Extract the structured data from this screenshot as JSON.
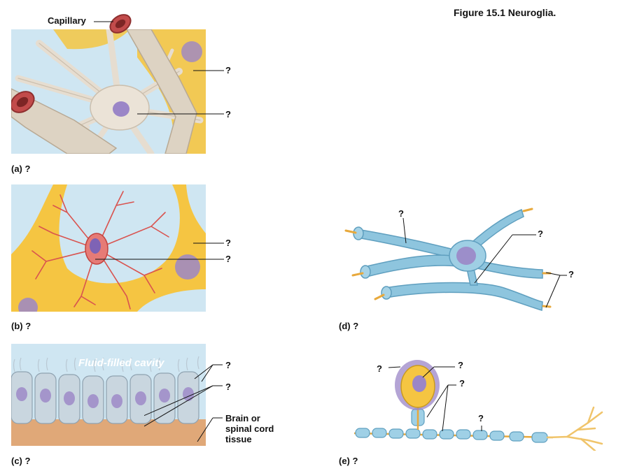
{
  "figure_title": "Figure 15.1  Neuroglia.",
  "unknown_mark": "?",
  "panel_a": {
    "label": "(a) ?",
    "capillary_label": "Capillary"
  },
  "panel_b": {
    "label": "(b) ?"
  },
  "panel_c": {
    "label": "(c) ?",
    "cavity_label": "Fluid-filled cavity",
    "tissue_label_line1": "Brain or",
    "tissue_label_line2": "spinal cord",
    "tissue_label_line3": "tissue"
  },
  "panel_d": {
    "label": "(d) ?"
  },
  "panel_e": {
    "label": "(e) ?"
  },
  "colors": {
    "fluid": "#cfe6f2",
    "neuron_yellow": "#f5c542",
    "astrocyte": "#e6ddd0",
    "capillary_red": "#c24b4b",
    "microglia": "#d9534f",
    "ependymal": "#c9d6df",
    "oligodendrocyte": "#8ec5de",
    "axon": "#e8a93c",
    "schwann": "#9fd0e6",
    "nucleus": "#9b86c7"
  }
}
